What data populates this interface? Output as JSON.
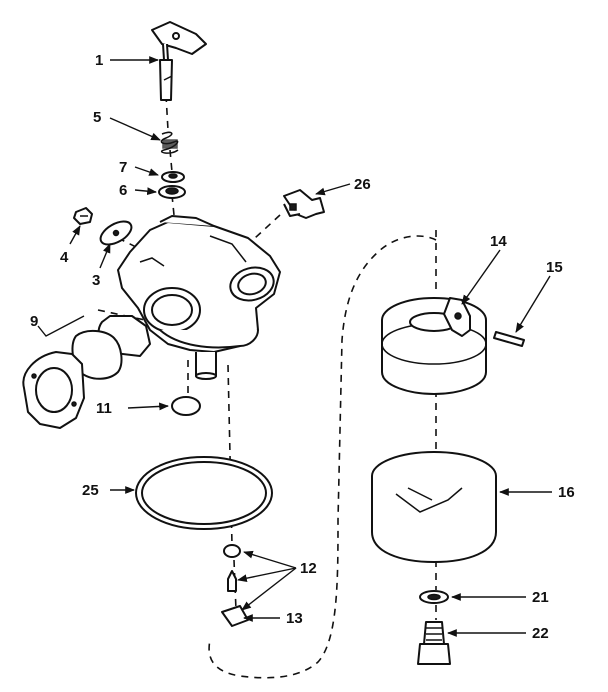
{
  "diagram": {
    "callouts": [
      {
        "id": "p1",
        "label": "1"
      },
      {
        "id": "p5",
        "label": "5"
      },
      {
        "id": "p7",
        "label": "7"
      },
      {
        "id": "p6",
        "label": "6"
      },
      {
        "id": "p26",
        "label": "26"
      },
      {
        "id": "p4",
        "label": "4"
      },
      {
        "id": "p3",
        "label": "3"
      },
      {
        "id": "p9",
        "label": "9"
      },
      {
        "id": "p11",
        "label": "11"
      },
      {
        "id": "p25",
        "label": "25"
      },
      {
        "id": "p12",
        "label": "12"
      },
      {
        "id": "p13",
        "label": "13"
      },
      {
        "id": "p14",
        "label": "14"
      },
      {
        "id": "p15",
        "label": "15"
      },
      {
        "id": "p16",
        "label": "16"
      },
      {
        "id": "p21",
        "label": "21"
      },
      {
        "id": "p22",
        "label": "22"
      }
    ]
  }
}
